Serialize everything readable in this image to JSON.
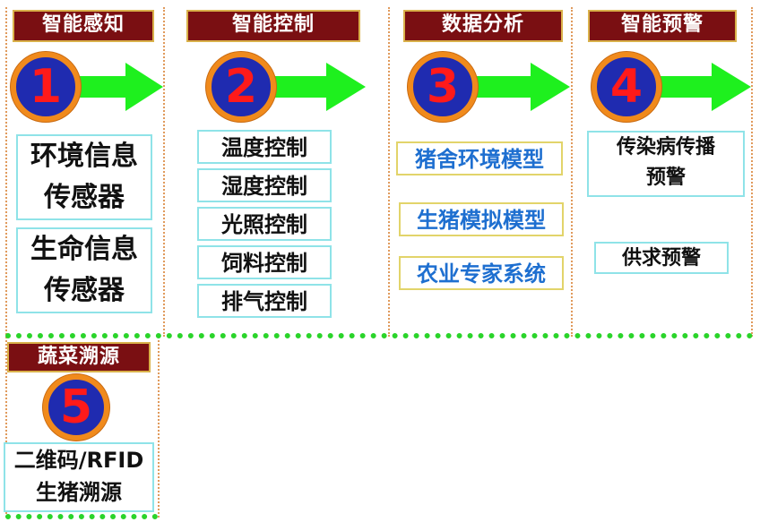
{
  "columns": [
    {
      "header": "智能感知",
      "number": "1"
    },
    {
      "header": "智能控制",
      "number": "2"
    },
    {
      "header": "数据分析",
      "number": "3"
    },
    {
      "header": "智能预警",
      "number": "4"
    },
    {
      "header": "蔬菜溯源",
      "number": "5"
    }
  ],
  "col1_items": [
    {
      "line1": "环境信息",
      "line2": "传感器"
    },
    {
      "line1": "生命信息",
      "line2": "传感器"
    }
  ],
  "col2_items": [
    "温度控制",
    "湿度控制",
    "光照控制",
    "饲料控制",
    "排气控制"
  ],
  "col3_items": [
    "猪舍环境模型",
    "生猪模拟模型",
    "农业专家系统"
  ],
  "col4_items": [
    {
      "line1": "传染病传播",
      "line2": "预警"
    },
    {
      "line1": "供求预警",
      "line2": ""
    }
  ],
  "col5_items": [
    {
      "line1": "二维码/RFID",
      "line2": "生猪溯源"
    }
  ],
  "colors": {
    "header_bg": "#7a0f12",
    "header_border": "#d9b14a",
    "circle_fill": "#1f2bb0",
    "circle_ring": "#f08a1c",
    "number": "#ff1a1a",
    "arrow": "#1ef01e",
    "dotted_green": "#2ad42a",
    "dotted_orange": "#e09a5c",
    "blue_text": "#1e6fd0"
  }
}
